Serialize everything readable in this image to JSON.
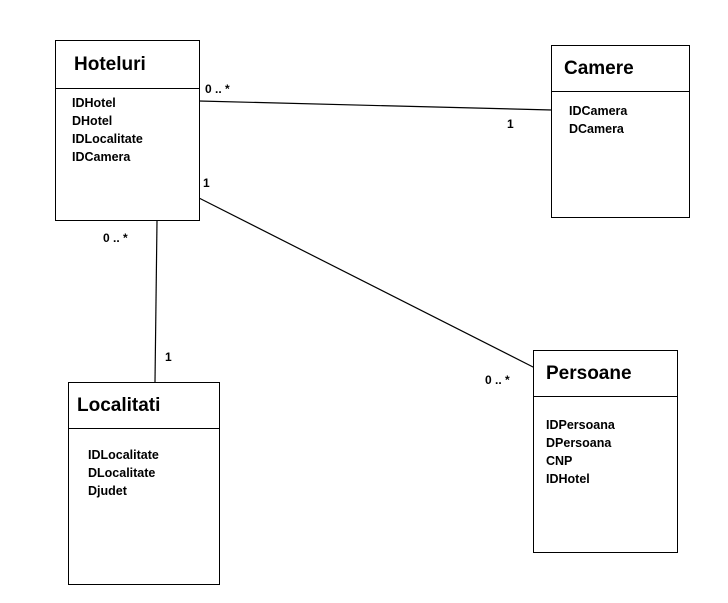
{
  "entities": {
    "hoteluri": {
      "name": "Hoteluri",
      "attributes": [
        "IDHotel",
        "DHotel",
        "IDLocalitate",
        "IDCamera"
      ]
    },
    "camere": {
      "name": "Camere",
      "attributes": [
        "IDCamera",
        "DCamera"
      ]
    },
    "localitati": {
      "name": "Localitati",
      "attributes": [
        "IDLocalitate",
        "DLocalitate",
        "Djudet"
      ]
    },
    "persoane": {
      "name": "Persoane",
      "attributes": [
        "IDPersoana",
        "DPersoana",
        "CNP",
        "IDHotel"
      ]
    }
  },
  "relationships": [
    {
      "from": "Hoteluri",
      "to": "Camere",
      "from_mult": "0 .. *",
      "to_mult": "1"
    },
    {
      "from": "Hoteluri",
      "to": "Persoane",
      "from_mult": "1",
      "to_mult": "0 .. *"
    },
    {
      "from": "Hoteluri",
      "to": "Localitati",
      "from_mult": "0 .. *",
      "to_mult": "1"
    }
  ]
}
